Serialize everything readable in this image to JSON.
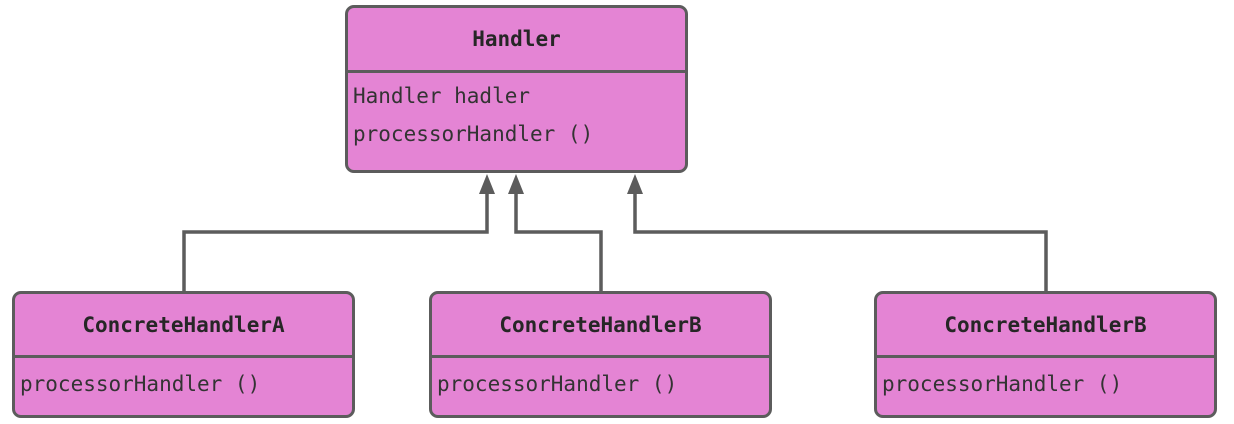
{
  "diagram": {
    "base_class": {
      "name": "Handler",
      "members": [
        "Handler hadler",
        "processorHandler ()"
      ]
    },
    "subclasses": [
      {
        "name": "ConcreteHandlerA",
        "members": [
          "processorHandler ()"
        ]
      },
      {
        "name": "ConcreteHandlerB",
        "members": [
          "processorHandler ()"
        ]
      },
      {
        "name": "ConcreteHandlerB",
        "members": [
          "processorHandler ()"
        ]
      }
    ],
    "relationship": "inheritance",
    "colors": {
      "class_fill": "#e484d4",
      "outline": "#5c5c5c",
      "connector": "#5c5c5c"
    }
  }
}
